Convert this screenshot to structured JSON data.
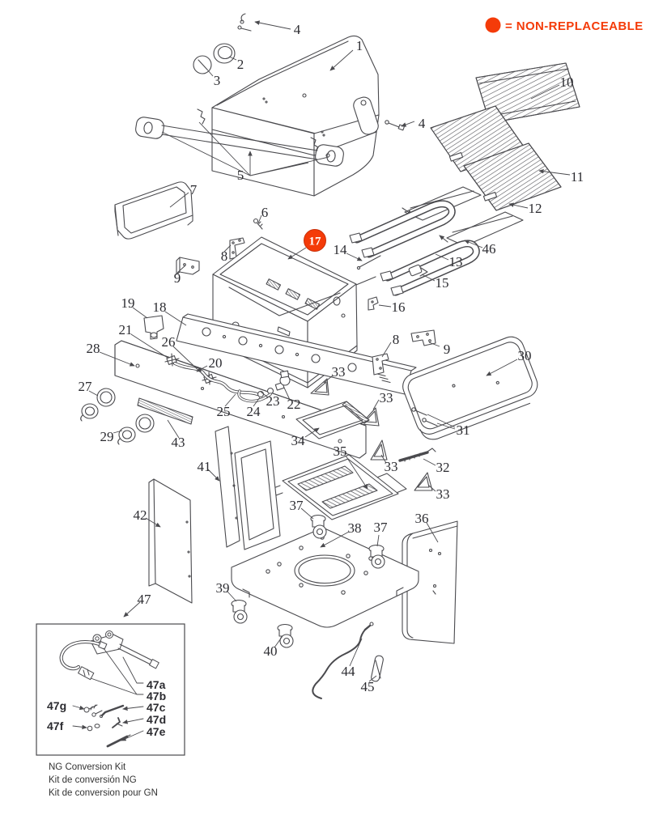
{
  "legend": {
    "label": "= NON-REPLACEABLE"
  },
  "badge": {
    "label": "17"
  },
  "callouts": {
    "c1": "1",
    "c2": "2",
    "c3": "3",
    "c4a": "4",
    "c4b": "4",
    "c5": "5",
    "c6": "6",
    "c7": "7",
    "c8l": "8",
    "c8r": "8",
    "c9l": "9",
    "c9r": "9",
    "c10": "10",
    "c11": "11",
    "c12": "12",
    "c13": "13",
    "c14": "14",
    "c15": "15",
    "c16": "16",
    "c18": "18",
    "c19": "19",
    "c20": "20",
    "c21": "21",
    "c22": "22",
    "c23": "23",
    "c24": "24",
    "c25": "25",
    "c26": "26",
    "c27": "27",
    "c28": "28",
    "c29": "29",
    "c30": "30",
    "c31": "31",
    "c32": "32",
    "c33a": "33",
    "c33b": "33",
    "c33c": "33",
    "c33d": "33",
    "c34": "34",
    "c35": "35",
    "c36": "36",
    "c37a": "37",
    "c37b": "37",
    "c38": "38",
    "c39": "39",
    "c40": "40",
    "c41": "41",
    "c42": "42",
    "c43": "43",
    "c44": "44",
    "c45": "45",
    "c46": "46",
    "c47": "47"
  },
  "inset": {
    "a": "47a",
    "b": "47b",
    "c": "47c",
    "d": "47d",
    "e": "47e",
    "f": "47f",
    "g": "47g"
  },
  "captions": {
    "line1": "NG Conversion Kit",
    "line2": "Kit de conversión NG",
    "line3": "Kit de conversion pour GN"
  },
  "colors": {
    "accent": "#f43b09",
    "ink": "#4a4a4e",
    "label": "#2b2b30",
    "caption": "#333333",
    "badge_text": "#ffffff"
  }
}
